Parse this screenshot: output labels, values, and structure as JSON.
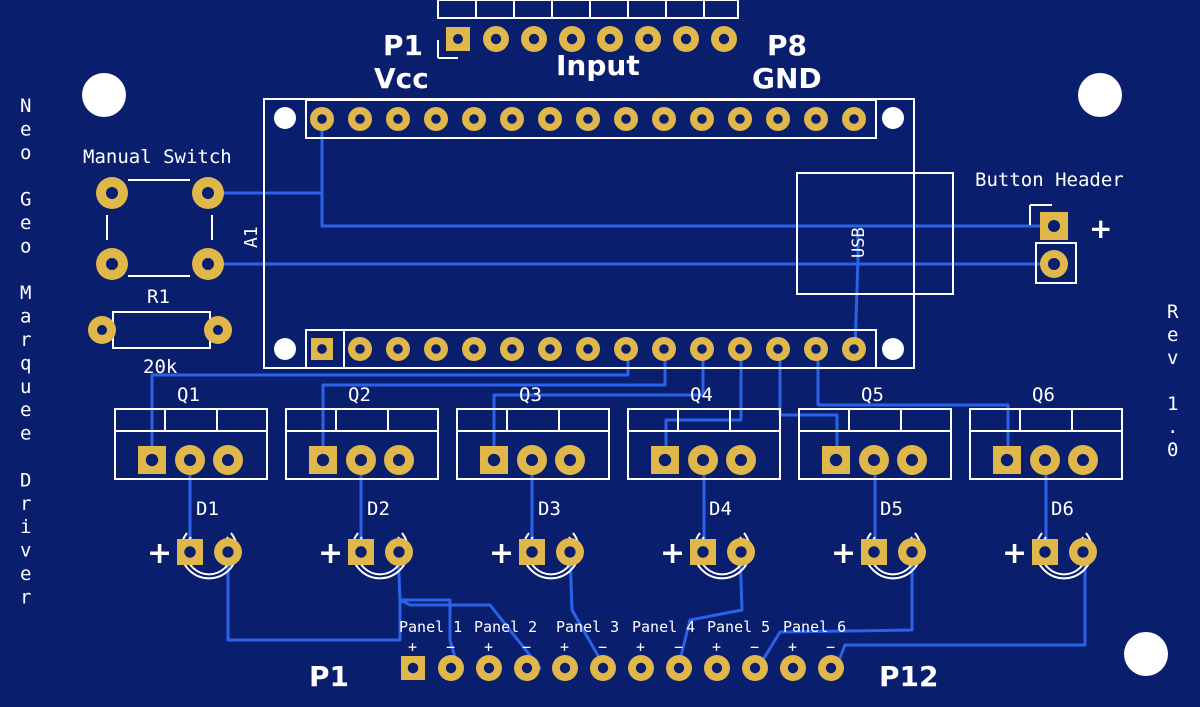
{
  "board": {
    "side_text": [
      "N",
      "e",
      "o",
      "",
      "G",
      "e",
      "o",
      "",
      "M",
      "a",
      "r",
      "q",
      "u",
      "e",
      "e",
      "",
      "D",
      "r",
      "i",
      "v",
      "e",
      "r"
    ],
    "rev_text": [
      "R",
      "e",
      "v",
      "",
      "1",
      ".",
      "0"
    ],
    "top_header": {
      "p1": "P1",
      "vcc": "Vcc",
      "input": "Input",
      "p8": "P8",
      "gnd": "GND"
    },
    "module": {
      "ref": "A1",
      "usb": "USB"
    },
    "switch_label": "Manual Switch",
    "resistor": {
      "ref": "R1",
      "value": "20k"
    },
    "button_header": {
      "label": "Button Header",
      "plus": "+"
    },
    "transistors": [
      "Q1",
      "Q2",
      "Q3",
      "Q4",
      "Q5",
      "Q6"
    ],
    "leds": [
      "D1",
      "D2",
      "D3",
      "D4",
      "D5",
      "D6"
    ],
    "led_plus": "+",
    "panels": [
      "Panel 1",
      "Panel 2",
      "Panel 3",
      "Panel 4",
      "Panel 5",
      "Panel 6"
    ],
    "panel_polarity": [
      "+",
      "−",
      "+",
      "−",
      "+",
      "−",
      "+",
      "−",
      "+",
      "−",
      "+",
      "−"
    ],
    "bottom_header": {
      "p1": "P1",
      "p12": "P12"
    }
  },
  "colors": {
    "board": "#0a1e6e",
    "trace": "#2a62e8",
    "pad": "#e0b74a",
    "silkscreen": "#ffffff"
  }
}
